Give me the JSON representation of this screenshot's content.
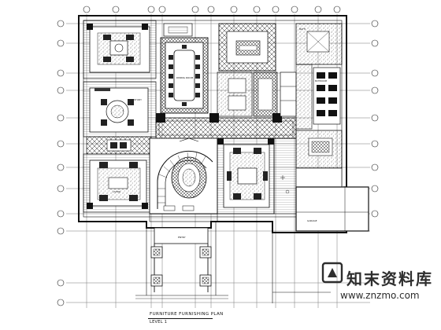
{
  "drawing": {
    "title": "FURNITURE FURNISHING PLAN",
    "level": "LEVEL 1",
    "room_labels": [
      "BATH",
      "DINING ROOM",
      "STUDY",
      "BATHROOM",
      "LIVING",
      "GARAGE",
      "ENTRY"
    ]
  },
  "watermark": {
    "brand": "知末资料库",
    "url": "www.znzmo.com"
  }
}
